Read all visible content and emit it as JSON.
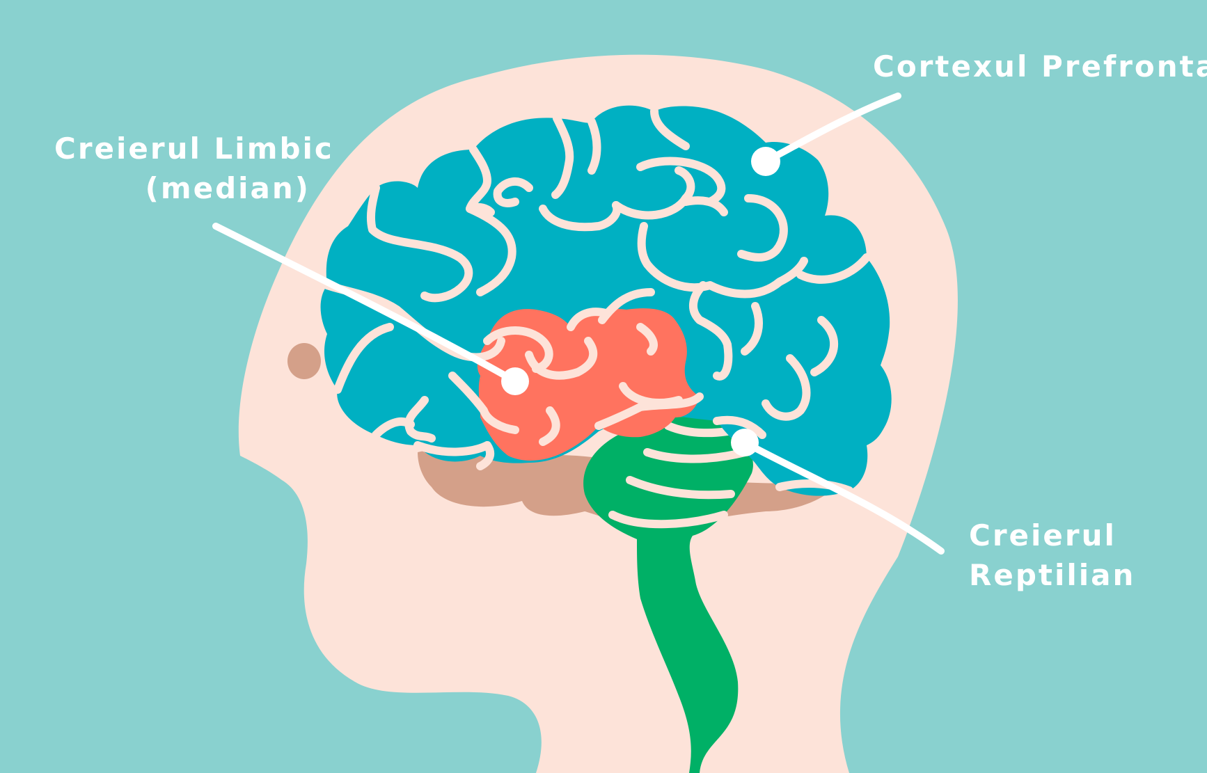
{
  "colors": {
    "background": "#89d1cf",
    "skin": "#fde3d9",
    "cortex": "#00b0c2",
    "limbic": "#ff735f",
    "reptilian": "#00b066",
    "cerebellum": "#d4a089",
    "eye": "#d4a089",
    "label": "#ffffff"
  },
  "labels": {
    "prefrontal": "Cortexul Prefrontal",
    "limbic_line1": "Creierul Limbic",
    "limbic_line2": "(median)",
    "reptilian_line1": "Creierul",
    "reptilian_line2": "Reptilian"
  }
}
